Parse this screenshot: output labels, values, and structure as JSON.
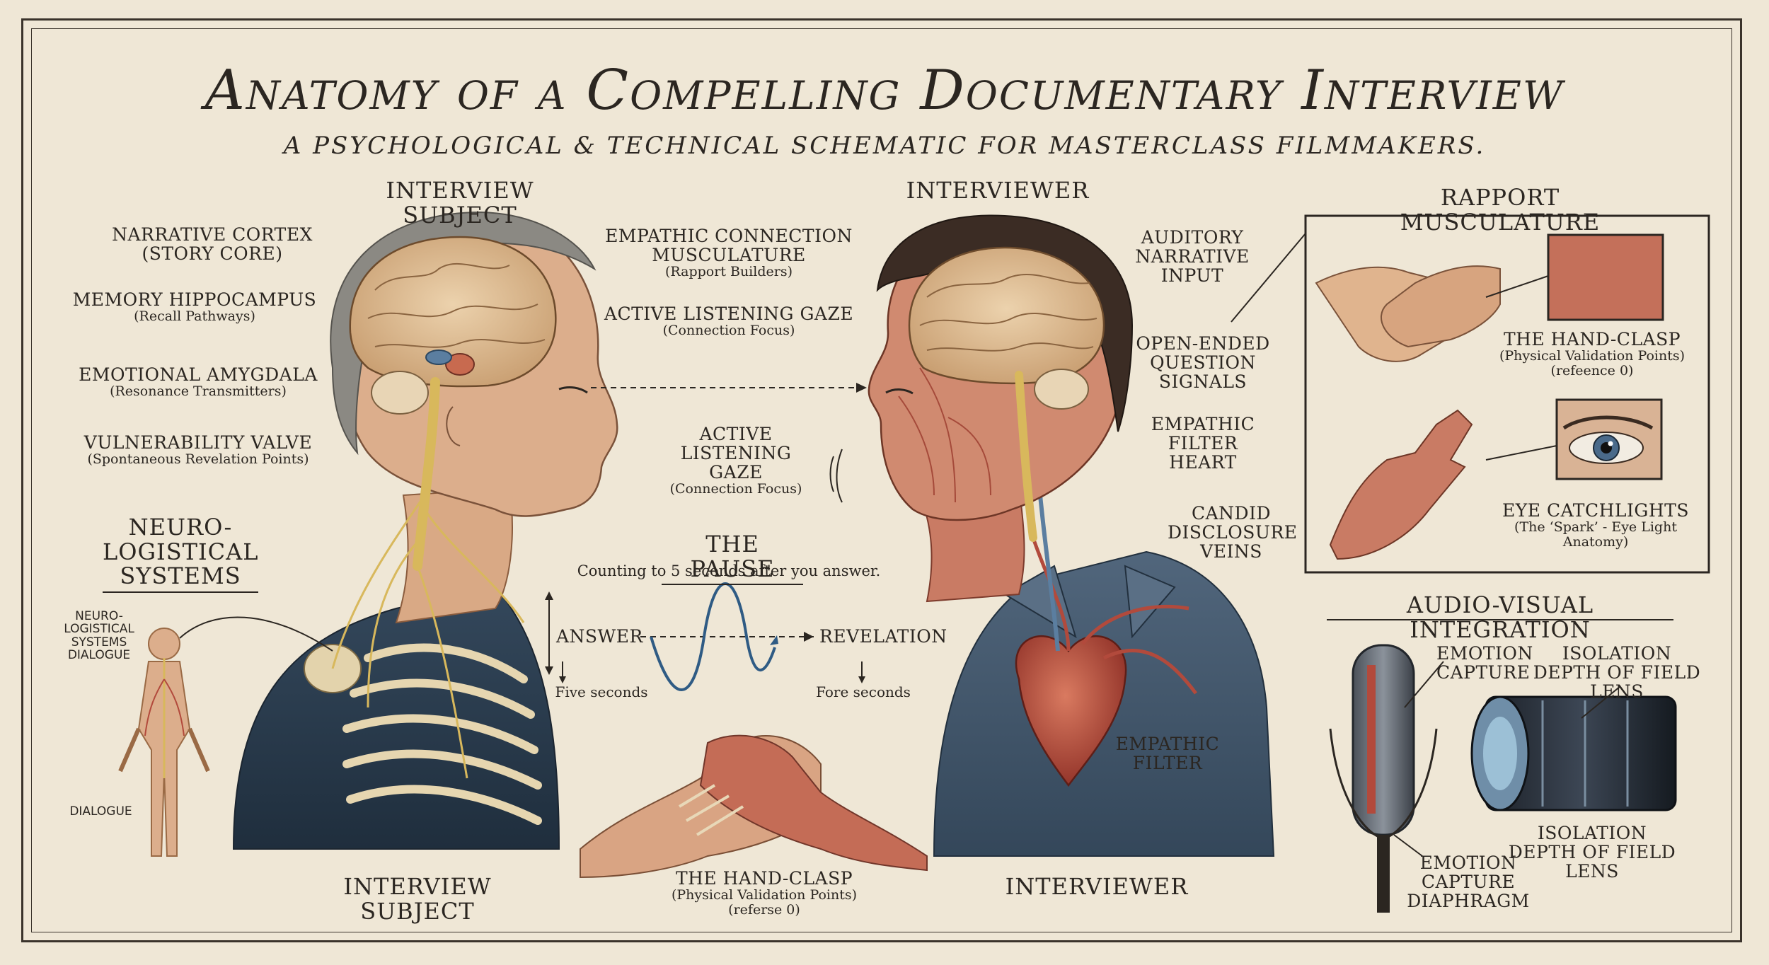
{
  "title": "Anatomy of a Compelling Documentary Interview",
  "subtitle": "A PSYCHOLOGICAL & TECHNICAL SCHEMATIC FOR MASTERCLASS FILMMAKERS.",
  "subject": {
    "header_top": "INTERVIEW SUBJECT",
    "header_bottom": "INTERVIEW SUBJECT",
    "labels": {
      "narrative_cortex": "NARRATIVE CORTEX",
      "narrative_cortex_sub": "(STORY CORE)",
      "memory": "MEMORY HIPPOCAMPUS",
      "memory_sub": "(Recall Pathways)",
      "amygdala": "EMOTIONAL AMYGDALA",
      "amygdala_sub": "(Resonance Transmitters)",
      "valve": "VULNERABILITY VALVE",
      "valve_sub": "(Spontaneous Revelation Points)"
    }
  },
  "neuro": {
    "header": "NEURO-LOGISTICAL SYSTEMS",
    "figure_label": "NEURO-LOGISTICAL SYSTEMS DIALOGUE",
    "dialogue": "DIALOGUE"
  },
  "center": {
    "empathic": "EMPATHIC CONNECTION MUSCULATURE",
    "empathic_sub": "(Rapport Builders)",
    "gaze_top": "ACTIVE LISTENING GAZE",
    "gaze_top_sub": "(Connection Focus)",
    "gaze_mid": "ACTIVE LISTENING GAZE",
    "gaze_mid_sub": "(Connection Focus)",
    "pause_title": "THE PAUSE",
    "pause_desc": "Counting to 5 seconds after you answer.",
    "answer": "ANSWER",
    "revelation": "REVELATION",
    "five_seconds": "Five seconds",
    "fore_seconds": "Fore seconds",
    "handclasp": "THE HAND-CLASP",
    "handclasp_sub": "(Physical Validation Points)",
    "handclasp_ref": "(referse 0)"
  },
  "interviewer": {
    "header_top": "INTERVIEWER",
    "header_bottom": "INTERVIEWER",
    "labels": {
      "auditory": "AUDITORY NARRATIVE INPUT",
      "openended": "OPEN-ENDED QUESTION SIGNALS",
      "filter_heart": "EMPATHIC FILTER HEART",
      "candid": "CANDID DISCLOSURE VEINS",
      "empathic_filter": "EMPATHIC FILTER"
    }
  },
  "rapport": {
    "header": "RAPPORT MUSCULATURE",
    "handclasp": "THE HAND-CLASP",
    "handclasp_sub": "(Physical Validation Points)",
    "handclasp_ref": "(refeence 0)",
    "eye": "EYE CATCHLIGHTS",
    "eye_sub": "(The ‘Spark’ - Eye Light Anatomy)"
  },
  "av": {
    "header": "AUDIO-VISUAL INTEGRATION",
    "emotion_capture": "EMOTION CAPTURE",
    "isolation_top": "ISOLATION DEPTH OF FIELD LENS",
    "isolation_bottom": "ISOLATION DEPTH OF FIELD LENS",
    "diaphragm": "EMOTION CAPTURE DIAPHRAGM"
  },
  "colors": {
    "paper": "#efe7d6",
    "ink": "#2b2621",
    "skin": "#e0b48e",
    "muscle": "#b8574a",
    "shirt": "#3f5266",
    "brain": "#d9b88f",
    "nerve": "#d8b85c",
    "vessel": "#5b7ea0",
    "wave": "#2f5b84"
  }
}
